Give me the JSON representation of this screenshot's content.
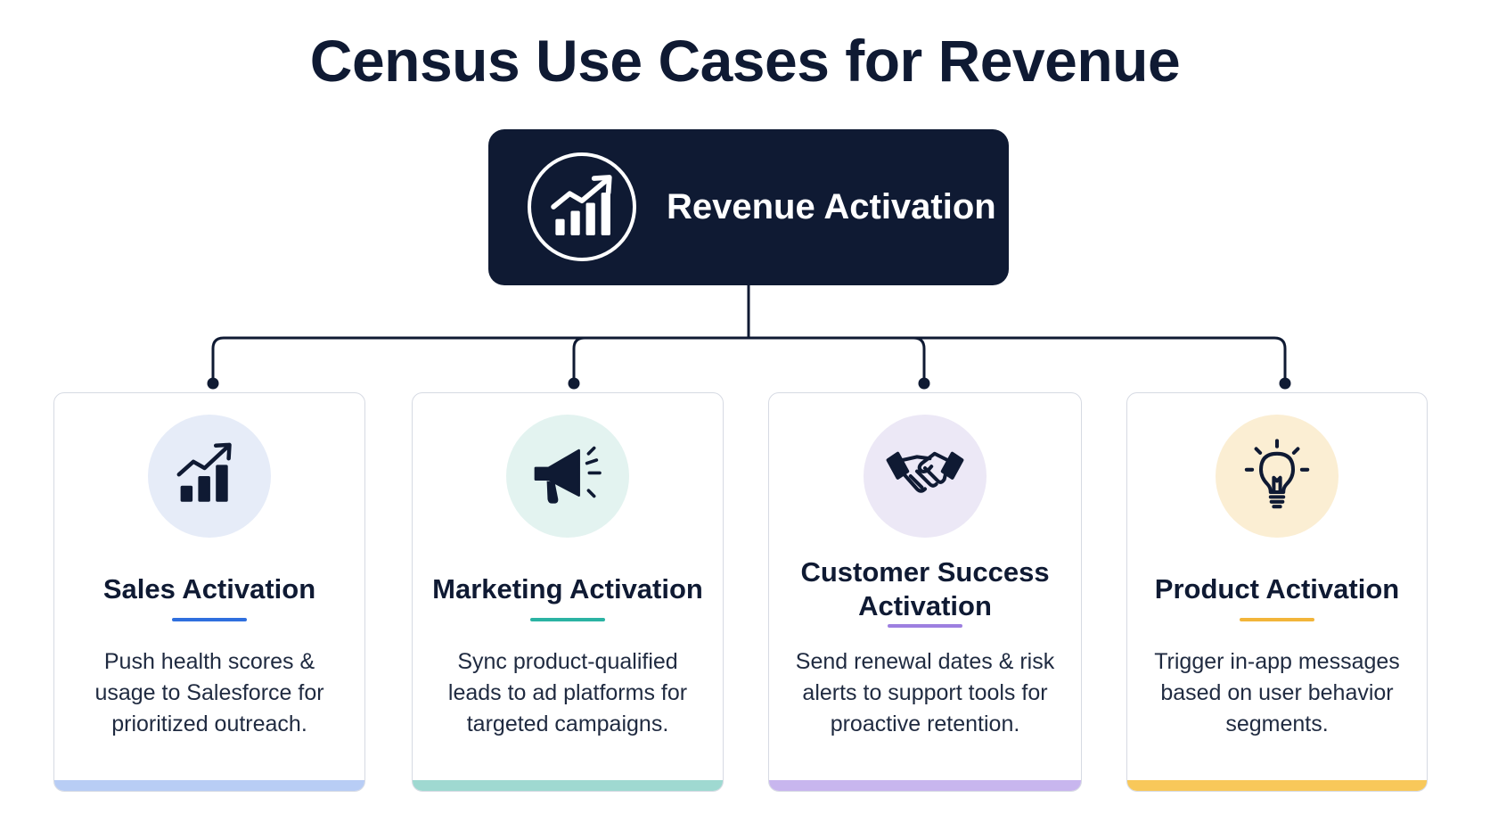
{
  "title": "Census Use Cases for Revenue",
  "hub": {
    "label": "Revenue Activation",
    "icon": "chart-growth-icon",
    "color": "#0f1a33"
  },
  "cards": [
    {
      "title": "Sales Activation",
      "description": "Push health scores & usage to Salesforce for prioritized outreach.",
      "icon": "chart-growth-icon",
      "accent": "#2f6fde",
      "circle": "#e6ecf8",
      "bar": "#b8cdf5"
    },
    {
      "title": "Marketing Activation",
      "description": "Sync product-qualified leads to ad platforms for targeted campaigns.",
      "icon": "megaphone-icon",
      "accent": "#2bb3a3",
      "circle": "#e3f3f0",
      "bar": "#9fd9d1"
    },
    {
      "title": "Customer Success Activation",
      "description": "Send renewal dates & risk alerts to support tools for proactive retention.",
      "icon": "handshake-icon",
      "accent": "#9d7fe0",
      "circle": "#ece8f6",
      "bar": "#c8b6ee"
    },
    {
      "title": "Product Activation",
      "description": "Trigger in-app messages based on user behavior segments.",
      "icon": "lightbulb-icon",
      "accent": "#f2b53a",
      "circle": "#fbeed3",
      "bar": "#f8c85a"
    }
  ]
}
